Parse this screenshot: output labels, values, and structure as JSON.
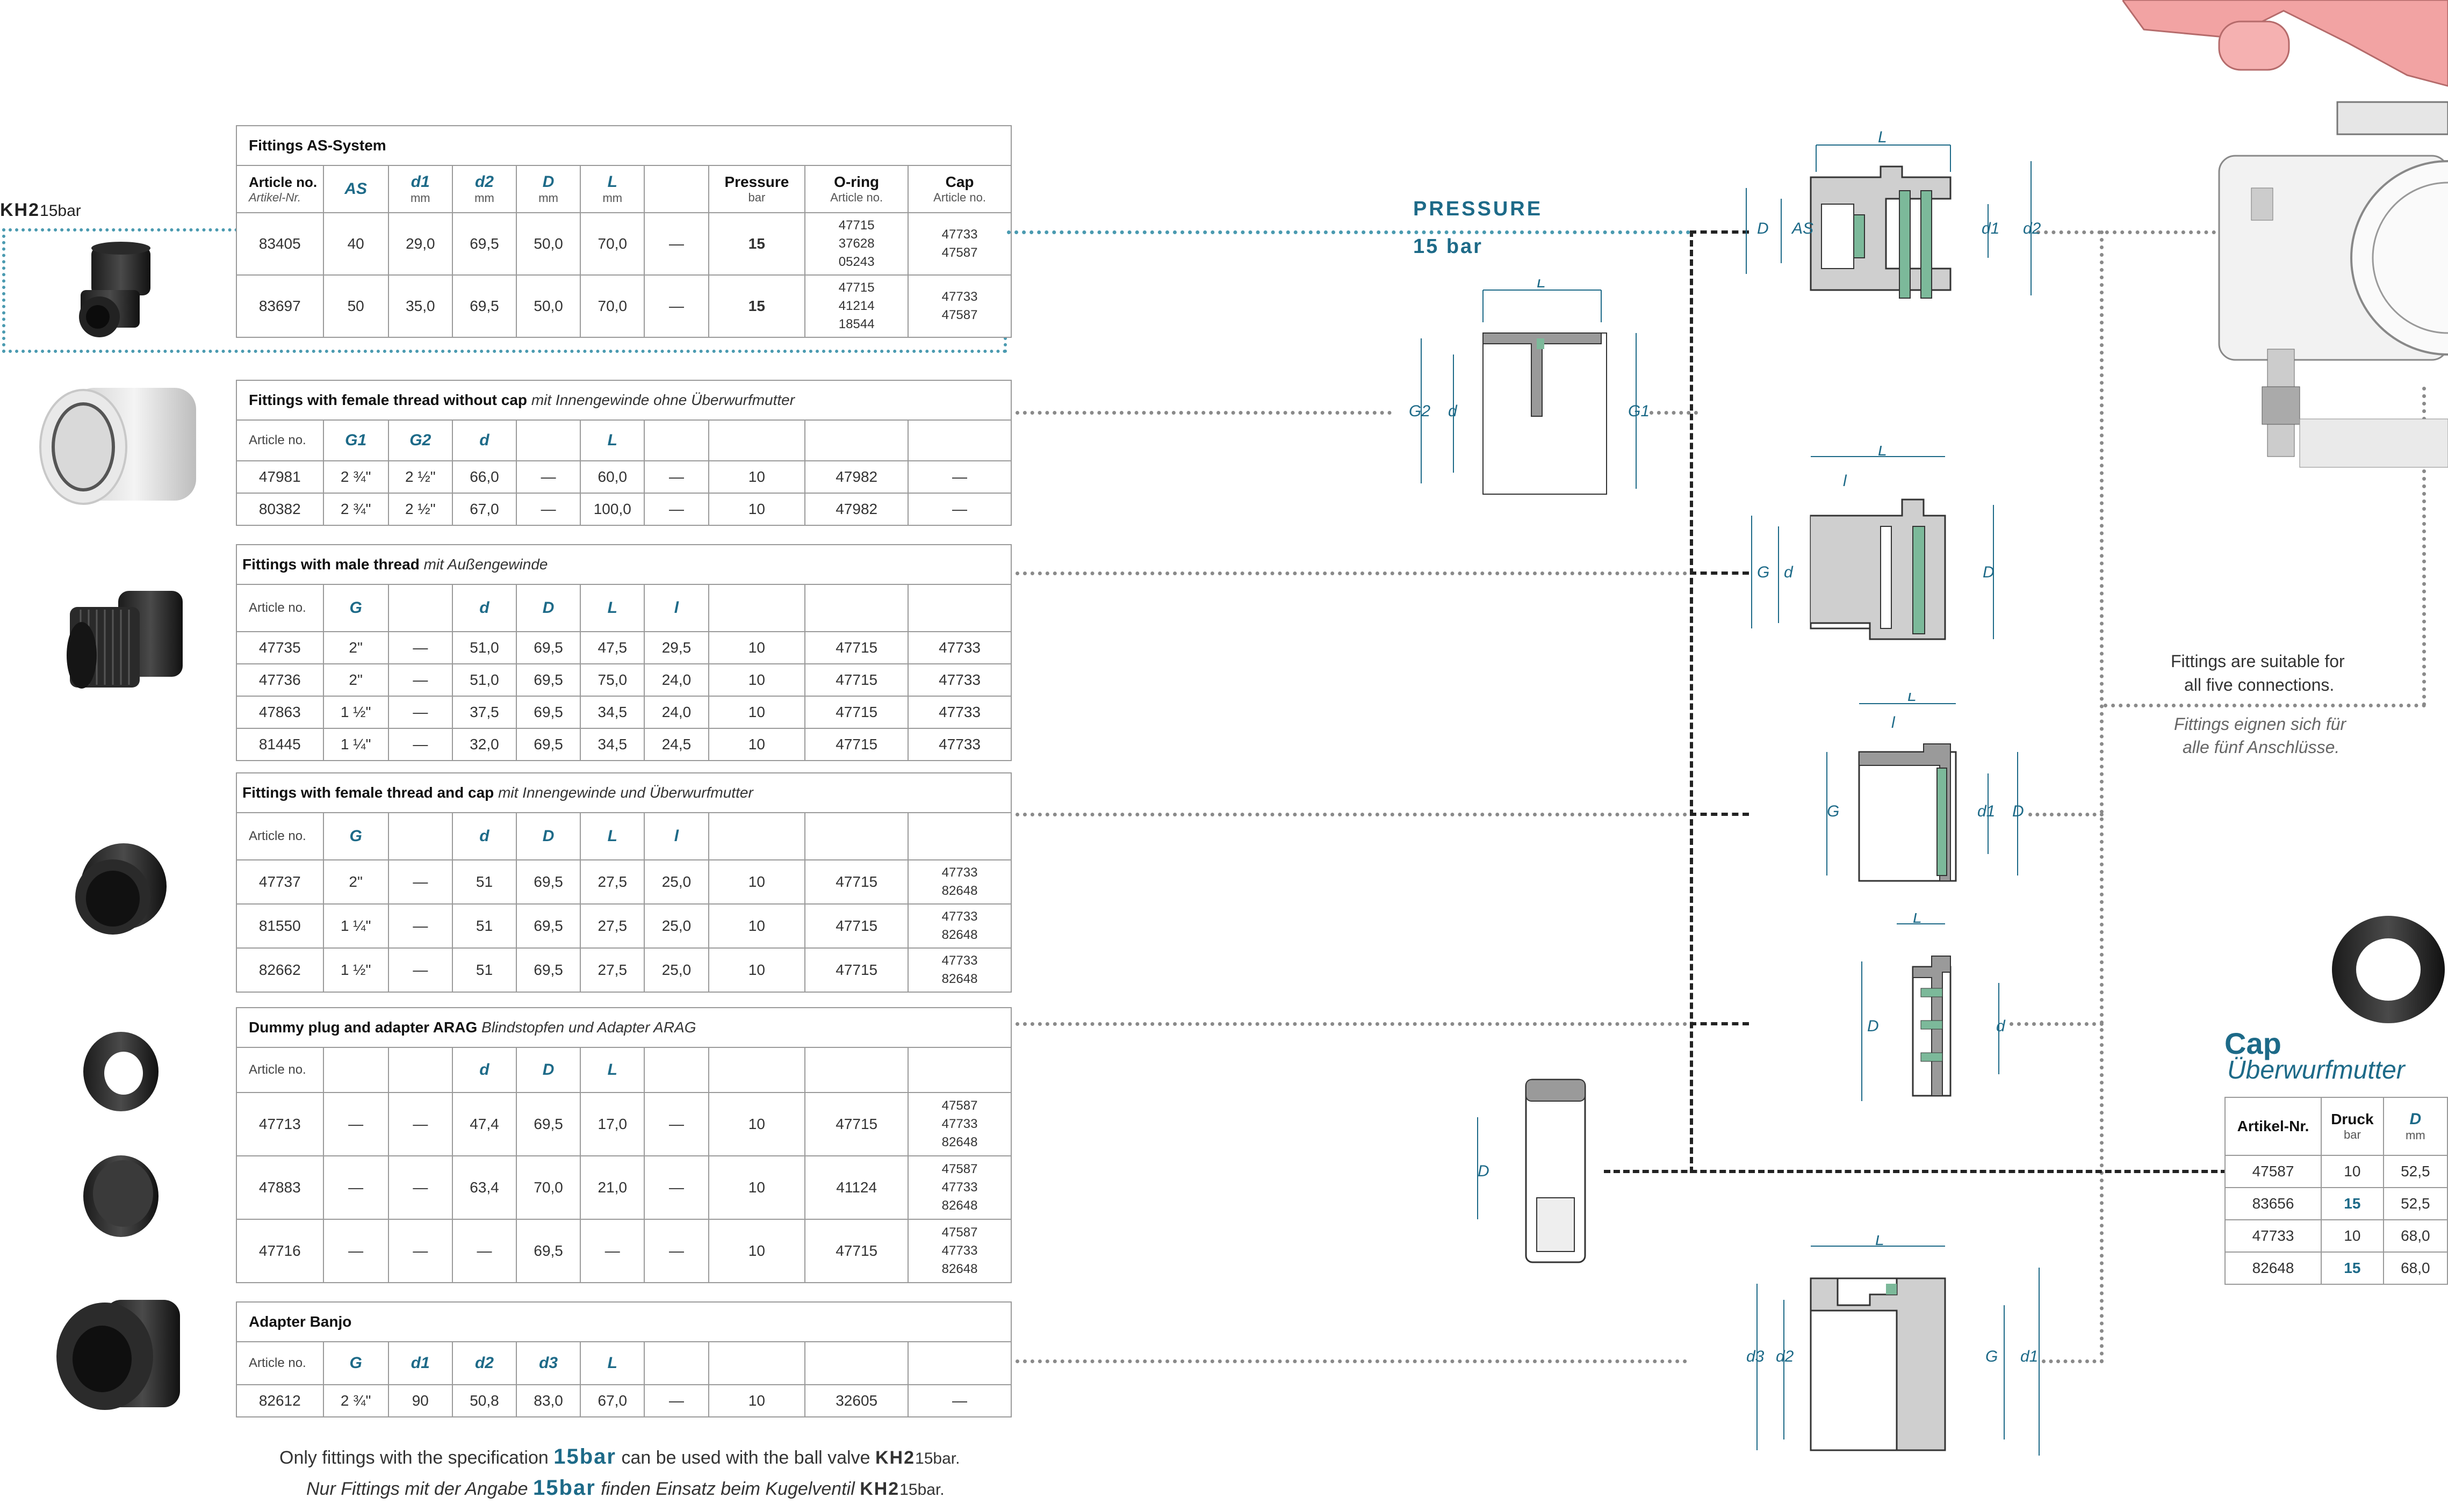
{
  "side_label": {
    "model": "KH2",
    "spec": "15bar"
  },
  "pressure_label": {
    "title": "PRESSURE",
    "value": "15 bar"
  },
  "tables": {
    "as_system": {
      "title": "Fittings AS-System",
      "headers": {
        "article": "Article no.",
        "article_sub": "Artikel-Nr.",
        "as": "AS",
        "d1": "d1",
        "d1u": "mm",
        "d2": "d2",
        "d2u": "mm",
        "D": "D",
        "Du": "mm",
        "L": "L",
        "Lu": "mm",
        "pressure": "Pressure",
        "pressure_u": "bar",
        "oring": "O-ring",
        "oring_u": "Article no.",
        "cap": "Cap",
        "cap_u": "Article no."
      },
      "rows": [
        {
          "art": "83405",
          "as": "40",
          "d1": "29,0",
          "d2": "69,5",
          "D": "50,0",
          "L": "70,0",
          "x": "—",
          "p": "15",
          "oring": [
            "47715",
            "37628",
            "05243"
          ],
          "cap": [
            "47733",
            "47587"
          ]
        },
        {
          "art": "83697",
          "as": "50",
          "d1": "35,0",
          "d2": "69,5",
          "D": "50,0",
          "L": "70,0",
          "x": "—",
          "p": "15",
          "oring": [
            "47715",
            "41214",
            "18544"
          ],
          "cap": [
            "47733",
            "47587"
          ]
        }
      ]
    },
    "female_no_cap": {
      "title": "Fittings with female thread without cap",
      "title_it": "mit Innengewinde ohne Überwurfmutter",
      "headers": {
        "article": "Article no.",
        "c1": "G1",
        "c2": "G2",
        "c3": "d",
        "c5": "L"
      },
      "rows": [
        {
          "c": [
            "47981",
            "2 ¾\"",
            "2 ½\"",
            "66,0",
            "—",
            "60,0",
            "—",
            "10",
            "47982",
            "—"
          ]
        },
        {
          "c": [
            "80382",
            "2 ¾\"",
            "2 ½\"",
            "67,0",
            "—",
            "100,0",
            "—",
            "10",
            "47982",
            "—"
          ]
        }
      ]
    },
    "male": {
      "title": "Fittings with male thread",
      "title_it": "mit Außengewinde",
      "headers": {
        "article": "Article no.",
        "c1": "G",
        "c3": "d",
        "c4": "D",
        "c5": "L",
        "c6": "l"
      },
      "rows": [
        {
          "c": [
            "47735",
            "2\"",
            "—",
            "51,0",
            "69,5",
            "47,5",
            "29,5",
            "10",
            "47715",
            "47733"
          ]
        },
        {
          "c": [
            "47736",
            "2\"",
            "—",
            "51,0",
            "69,5",
            "75,0",
            "24,0",
            "10",
            "47715",
            "47733"
          ]
        },
        {
          "c": [
            "47863",
            "1 ½\"",
            "—",
            "37,5",
            "69,5",
            "34,5",
            "24,0",
            "10",
            "47715",
            "47733"
          ]
        },
        {
          "c": [
            "81445",
            "1 ¼\"",
            "—",
            "32,0",
            "69,5",
            "34,5",
            "24,5",
            "10",
            "47715",
            "47733"
          ]
        }
      ]
    },
    "female_cap": {
      "title": "Fittings with female thread and cap",
      "title_it": "mit Innengewinde und Überwurfmutter",
      "headers": {
        "article": "Article no.",
        "c1": "G",
        "c3": "d",
        "c4": "D",
        "c5": "L",
        "c6": "l"
      },
      "rows": [
        {
          "c": [
            "47737",
            "2\"",
            "—",
            "51",
            "69,5",
            "27,5",
            "25,0",
            "10",
            "47715"
          ],
          "cap": [
            "47733",
            "82648"
          ]
        },
        {
          "c": [
            "81550",
            "1 ¼\"",
            "—",
            "51",
            "69,5",
            "27,5",
            "25,0",
            "10",
            "47715"
          ],
          "cap": [
            "47733",
            "82648"
          ]
        },
        {
          "c": [
            "82662",
            "1 ½\"",
            "—",
            "51",
            "69,5",
            "27,5",
            "25,0",
            "10",
            "47715"
          ],
          "cap": [
            "47733",
            "82648"
          ]
        }
      ]
    },
    "dummy": {
      "title": "Dummy plug and adapter ARAG",
      "title_it": "Blindstopfen und Adapter ARAG",
      "headers": {
        "article": "Article no.",
        "c3": "d",
        "c4": "D",
        "c5": "L"
      },
      "rows": [
        {
          "c": [
            "47713",
            "—",
            "—",
            "47,4",
            "69,5",
            "17,0",
            "—",
            "10",
            "47715"
          ],
          "cap": [
            "47587",
            "47733",
            "82648"
          ]
        },
        {
          "c": [
            "47883",
            "—",
            "—",
            "63,4",
            "70,0",
            "21,0",
            "—",
            "10",
            "41124"
          ],
          "cap": [
            "47587",
            "47733",
            "82648"
          ]
        },
        {
          "c": [
            "47716",
            "—",
            "—",
            "—",
            "69,5",
            "—",
            "—",
            "10",
            "47715"
          ],
          "cap": [
            "47587",
            "47733",
            "82648"
          ]
        }
      ]
    },
    "banjo": {
      "title": "Adapter Banjo",
      "headers": {
        "article": "Article no.",
        "c1": "G",
        "c2": "d1",
        "c3": "d2",
        "c4": "d3",
        "c5": "L"
      },
      "rows": [
        {
          "c": [
            "82612",
            "2 ¾\"",
            "90",
            "50,8",
            "83,0",
            "67,0",
            "—",
            "10",
            "32605",
            "—"
          ]
        }
      ]
    },
    "cap": {
      "headers": {
        "article": "Artikel-Nr.",
        "druck": "Druck",
        "druck_u": "bar",
        "D": "D",
        "Du": "mm"
      },
      "rows": [
        {
          "art": "47587",
          "p": "10",
          "D": "52,5"
        },
        {
          "art": "83656",
          "p": "15",
          "D": "52,5"
        },
        {
          "art": "47733",
          "p": "10",
          "D": "68,0"
        },
        {
          "art": "82648",
          "p": "15",
          "D": "68,0"
        }
      ]
    }
  },
  "cap_title": {
    "en": "Cap",
    "de": "Überwurfmutter"
  },
  "note": {
    "en1": "Fittings are suitable for",
    "en2": "all five connections.",
    "de1": "Fittings eignen sich für",
    "de2": "alle fünf Anschlüsse."
  },
  "footer": {
    "en_pre": "Only fittings with the specification",
    "en_spec": "15bar",
    "en_mid": "can be used with the ball valve",
    "en_model": "KH2",
    "en_bar": "15bar.",
    "de_pre": "Nur Fittings mit der Angabe",
    "de_spec": "15bar",
    "de_mid": "finden Einsatz beim Kugelventil",
    "de_model": "KH2",
    "de_bar": "15bar."
  },
  "dims": {
    "L": "L",
    "D": "D",
    "AS": "AS",
    "d1": "d1",
    "d2": "d2",
    "d3": "d3",
    "G": "G",
    "G1": "G1",
    "G2": "G2",
    "d": "d",
    "l": "l"
  },
  "colors": {
    "teal": "#1d6a88",
    "oring": "#6fae8e",
    "valve_red": "#f2a3a3"
  }
}
